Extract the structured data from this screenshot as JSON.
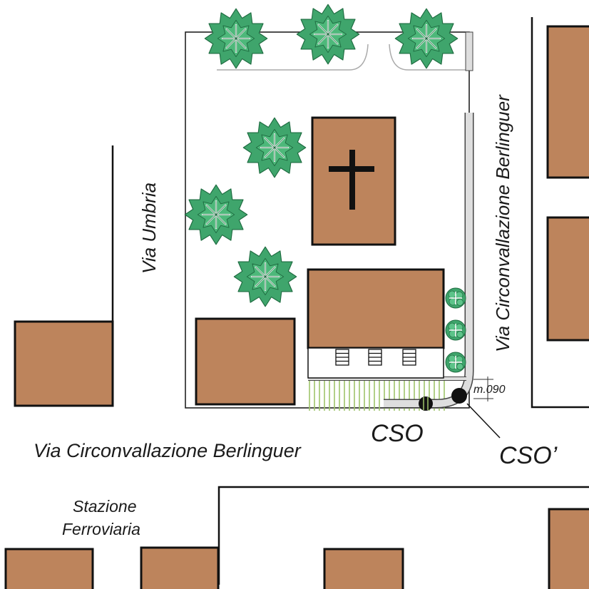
{
  "colors": {
    "building": "#bd845c",
    "outline": "#111111",
    "tree": "#3fa56c",
    "tree_dark": "#1e6b40",
    "lawn": "#9fc46a",
    "path": "#dedede",
    "point": "#111111"
  },
  "labels": {
    "via_umbria": "Via Umbria",
    "via_berlinguer_vertical": "Via Circonvallazione Berlinguer",
    "via_berlinguer_horizontal": "Via Circonvallazione Berlinguer",
    "stazione": "Stazione",
    "ferroviaria": "Ferroviaria",
    "cso": "CSO",
    "cso_prime": "CSO’",
    "measure": "m.090"
  },
  "icons": {
    "church": "cross-icon",
    "trees": "tree-icon",
    "shrubs": "shrub-icon",
    "steps": "stairs-icon"
  }
}
